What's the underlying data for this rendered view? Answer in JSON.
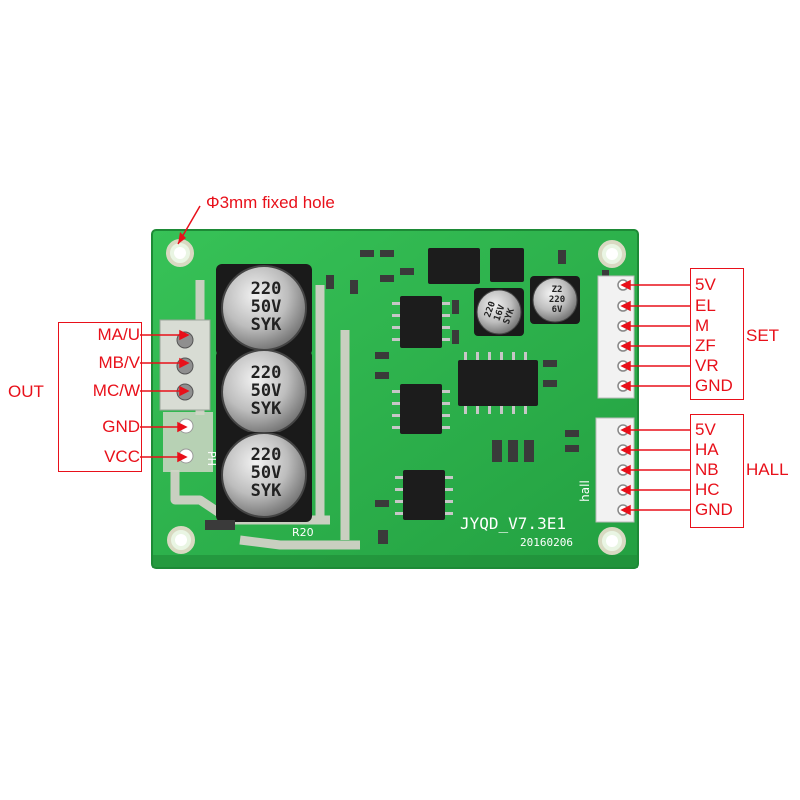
{
  "hole_note": "Φ3mm fixed hole",
  "groups": {
    "out": "OUT",
    "set": "SET",
    "hall": "HALL"
  },
  "left_pins": [
    "MA/U",
    "MB/V",
    "MC/W",
    "GND",
    "VCC"
  ],
  "set_pins": [
    "5V",
    "EL",
    "M",
    "ZF",
    "VR",
    "GND"
  ],
  "hall_pins": [
    "5V",
    "HA",
    "NB",
    "HC",
    "GND"
  ],
  "board": {
    "model": "JYQD_V7.3E1",
    "date": "20160206",
    "r20": "R20",
    "hall_silk": "hall",
    "ph_silk": "PH",
    "cap_big": [
      "220",
      "50V",
      "SYK"
    ],
    "cap_small_1": [
      "220",
      "16V",
      "SYK"
    ],
    "cap_small_2": [
      "Z2",
      "220",
      "6V"
    ]
  },
  "colors": {
    "accent": "#e8101a",
    "pcb": "#2fb34c",
    "pcb_dark": "#1f8a37"
  }
}
